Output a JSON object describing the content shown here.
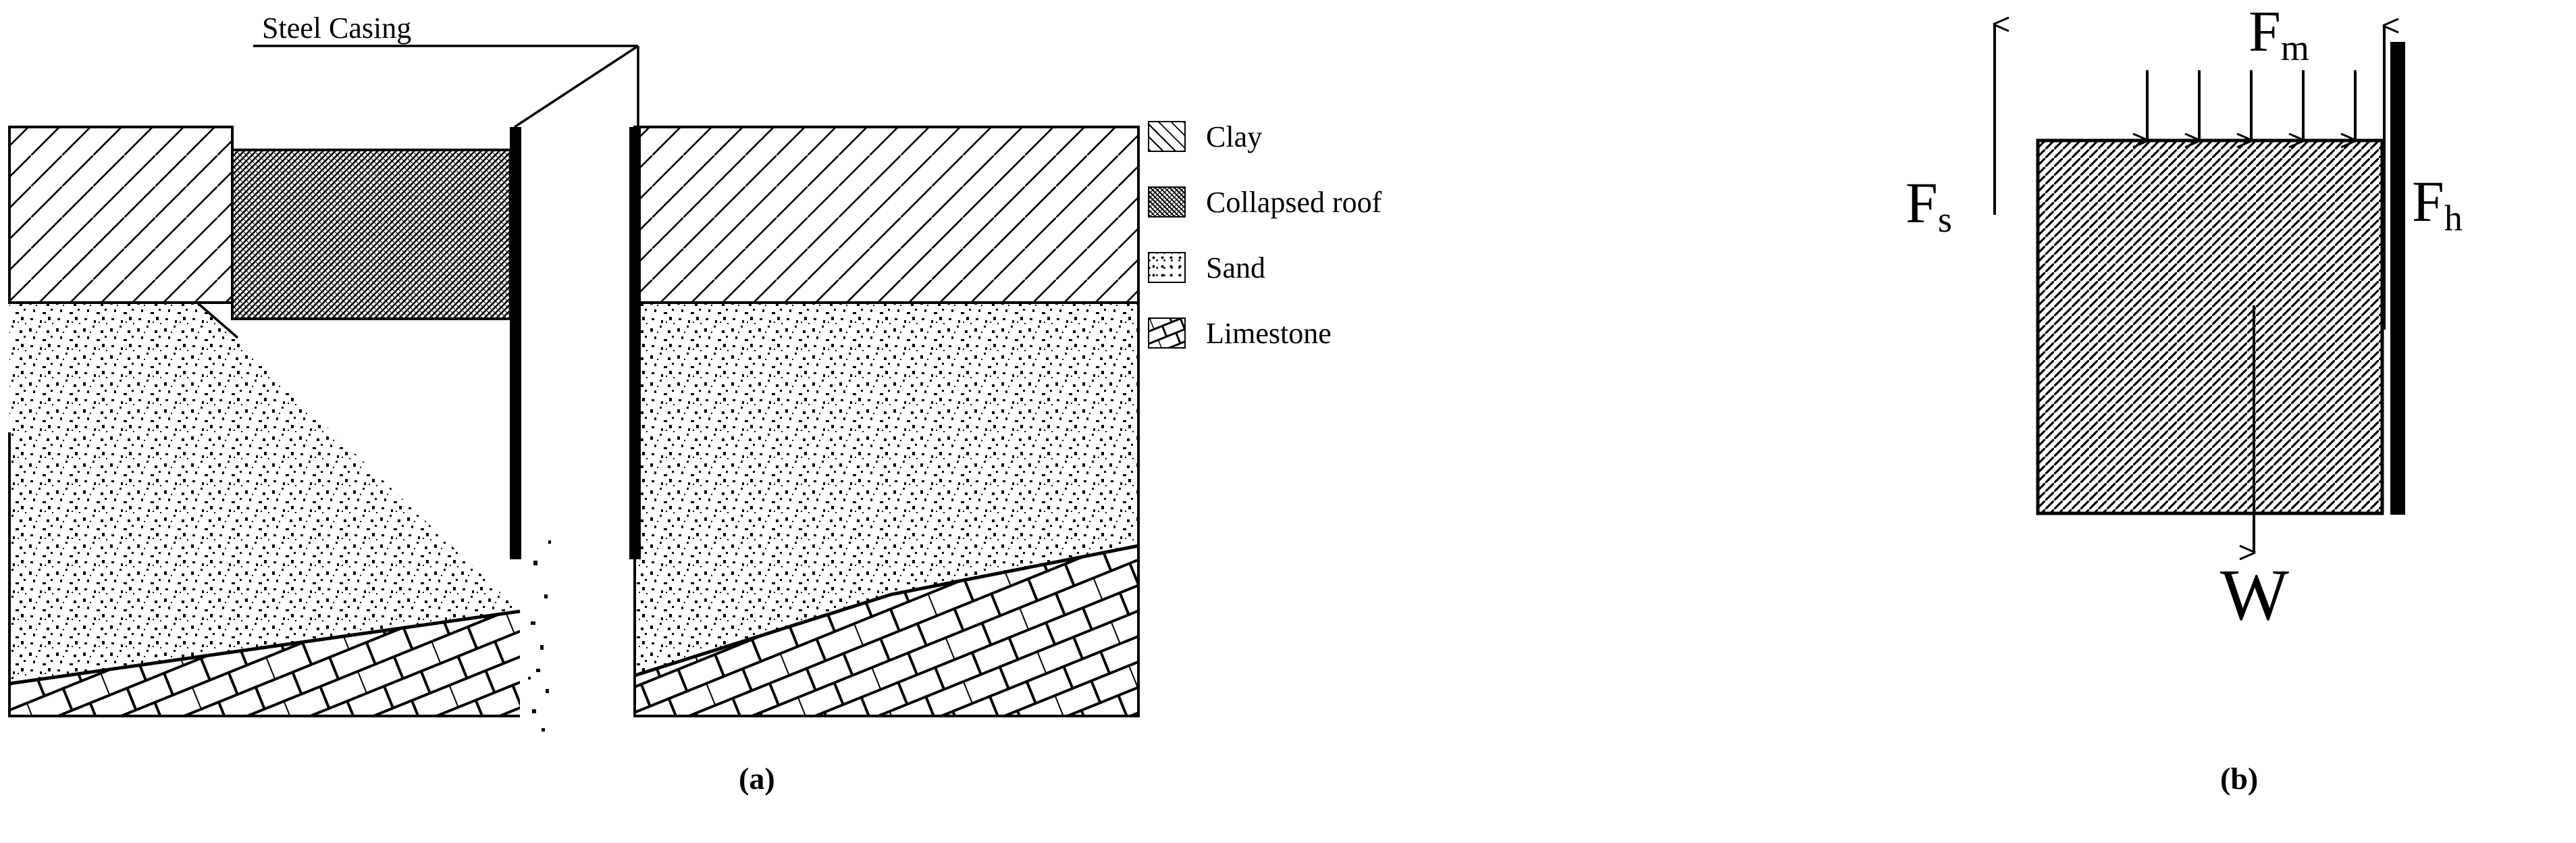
{
  "figure": {
    "subcaptions": [
      {
        "id": "a",
        "text": "(a)"
      },
      {
        "id": "b",
        "text": "(b)"
      }
    ]
  },
  "panel_a": {
    "annotation_label": "Steel Casing",
    "legend": {
      "items": [
        {
          "key": "clay",
          "label": "Clay",
          "pattern": "diagonal-hatch"
        },
        {
          "key": "collapsed_roof",
          "label": "Collapsed roof",
          "pattern": "dense-crosshatch"
        },
        {
          "key": "sand",
          "label": "Sand",
          "pattern": "stipple-dots"
        },
        {
          "key": "limestone",
          "label": "Limestone",
          "pattern": "brick-masonry"
        }
      ]
    },
    "left_section": {
      "layers": [
        "clay",
        "collapsed_roof",
        "sand",
        "limestone"
      ],
      "description": "Collapsed cavity with steel casing, slumped sand cone"
    },
    "right_section": {
      "layers": [
        "clay",
        "sand",
        "limestone"
      ],
      "description": "Intact profile with steel casing"
    }
  },
  "panel_b": {
    "forces": [
      {
        "key": "Fm",
        "base": "F",
        "sub": "m",
        "direction": "down",
        "count": 5,
        "description": "Distributed downward load on block top"
      },
      {
        "key": "Fs",
        "base": "F",
        "sub": "s",
        "direction": "up",
        "description": "Side shear resistance, left"
      },
      {
        "key": "Fh",
        "base": "F",
        "sub": "h",
        "direction": "up",
        "description": "Casing/wall friction, right"
      },
      {
        "key": "W",
        "base": "W",
        "sub": "",
        "direction": "down",
        "description": "Self weight of block"
      }
    ],
    "block": {
      "pattern": "diagonal-hatch",
      "label": ""
    },
    "casing": {
      "label": "",
      "color": "#000000"
    }
  },
  "colors": {
    "ink": "#000000",
    "paper": "#ffffff"
  }
}
